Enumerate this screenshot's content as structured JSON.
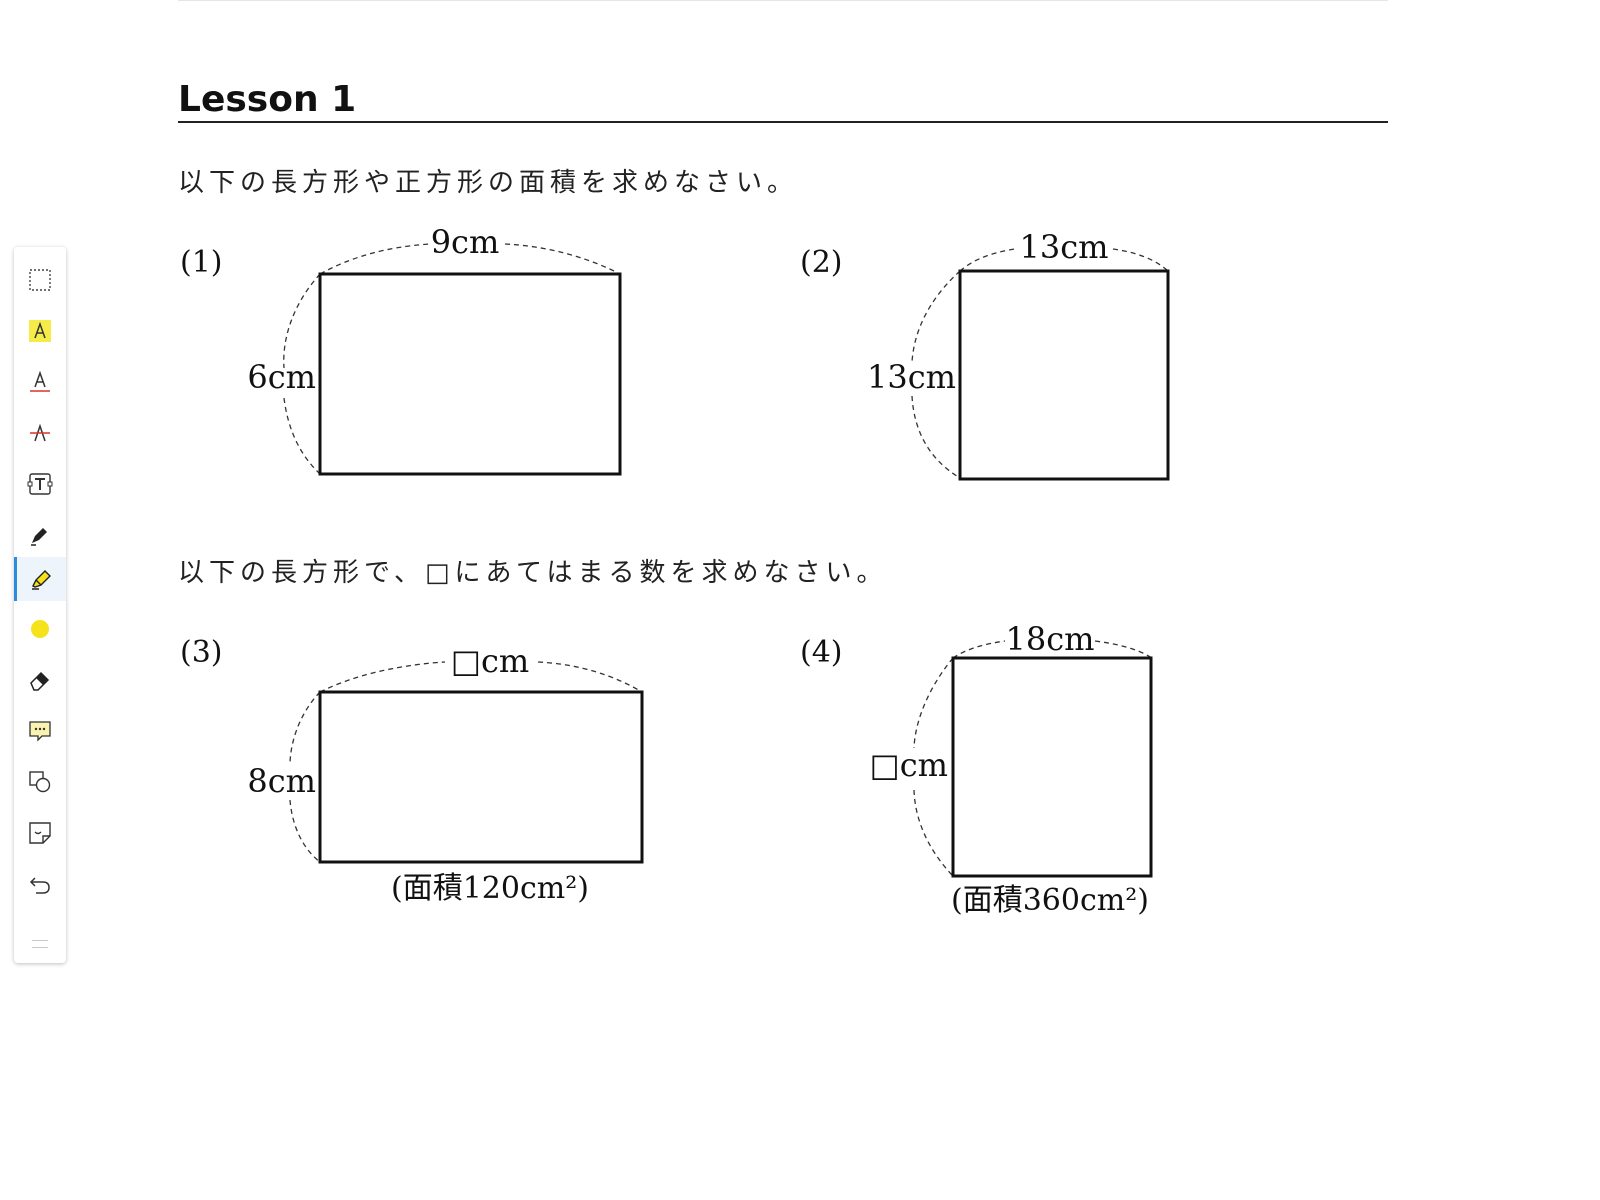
{
  "lesson": {
    "title": "Lesson 1"
  },
  "instructions": {
    "first": "以下の長方形や正方形の面積を求めなさい。",
    "second": "以下の長方形で、□にあてはまる数を求めなさい。"
  },
  "problems": [
    {
      "number": "(1)",
      "top_label": "9cm",
      "side_label": "6cm"
    },
    {
      "number": "(2)",
      "top_label": "13cm",
      "side_label": "13cm"
    },
    {
      "number": "(3)",
      "top_label": "□cm",
      "side_label": "8cm",
      "area_label": "(面積120cm²)"
    },
    {
      "number": "(4)",
      "top_label": "18cm",
      "side_label": "□cm",
      "area_label": "(面積360cm²)"
    }
  ],
  "toolbar": {
    "tools": [
      {
        "name": "select-area-tool",
        "icon": "dashed-rectangle-icon"
      },
      {
        "name": "highlight-text-tool",
        "icon": "highlight-text-icon"
      },
      {
        "name": "underline-text-tool",
        "icon": "underline-text-icon"
      },
      {
        "name": "strikethrough-text-tool",
        "icon": "strikethrough-text-icon"
      },
      {
        "name": "text-box-tool",
        "icon": "text-box-icon"
      },
      {
        "name": "pen-tool",
        "icon": "pen-icon"
      },
      {
        "name": "highlighter-tool",
        "icon": "highlighter-icon",
        "active": true
      },
      {
        "name": "color-picker",
        "icon": "color-dot-icon",
        "color": "#f5e21a"
      },
      {
        "name": "eraser-tool",
        "icon": "eraser-icon"
      },
      {
        "name": "comment-tool",
        "icon": "comment-icon"
      },
      {
        "name": "shapes-tool",
        "icon": "shapes-icon"
      },
      {
        "name": "sticker-tool",
        "icon": "sticker-icon"
      },
      {
        "name": "undo-tool",
        "icon": "undo-icon"
      }
    ],
    "accent_color": "#2d8ce0",
    "highlight_color": "#f5e21a"
  }
}
